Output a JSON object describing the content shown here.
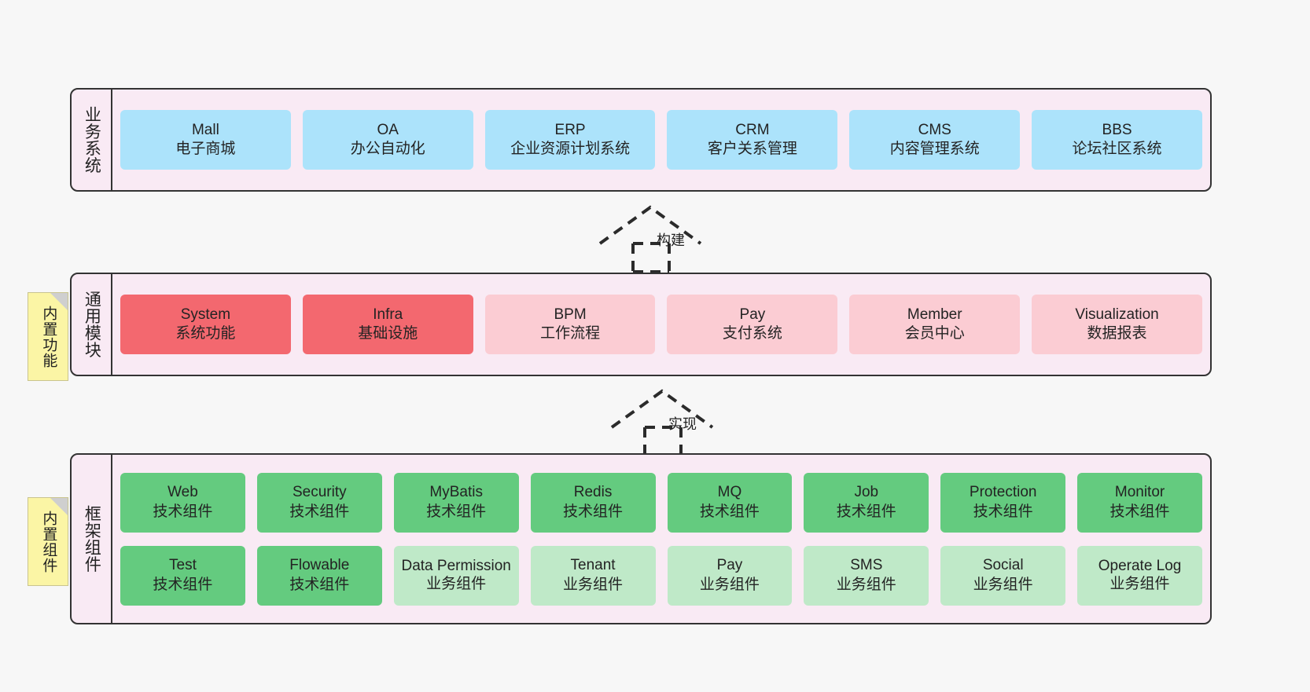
{
  "diagram": {
    "title_hidden": "",
    "colors": {
      "background": "#f7f7f7",
      "band_fill": "#f9eaf4",
      "band_border": "#333333",
      "business_card": "#ace3fb",
      "module_strong": "#f3686f",
      "module_light": "#fbccd3",
      "framework_tech": "#64cb7f",
      "framework_biz": "#bfe9c8",
      "note_fill": "#fbf5a5",
      "note_fold": "#cfcfcf"
    }
  },
  "layers": {
    "business": {
      "title": "业务系统",
      "cards": [
        {
          "name": "Mall",
          "desc": "电子商城"
        },
        {
          "name": "OA",
          "desc": "办公自动化"
        },
        {
          "name": "ERP",
          "desc": "企业资源计划系统"
        },
        {
          "name": "CRM",
          "desc": "客户关系管理"
        },
        {
          "name": "CMS",
          "desc": "内容管理系统"
        },
        {
          "name": "BBS",
          "desc": "论坛社区系统"
        }
      ]
    },
    "modules": {
      "title": "通用模块",
      "note": "内置功能",
      "cards": [
        {
          "name": "System",
          "desc": "系统功能",
          "style": "strong"
        },
        {
          "name": "Infra",
          "desc": "基础设施",
          "style": "strong"
        },
        {
          "name": "BPM",
          "desc": "工作流程",
          "style": "light"
        },
        {
          "name": "Pay",
          "desc": "支付系统",
          "style": "light"
        },
        {
          "name": "Member",
          "desc": "会员中心",
          "style": "light"
        },
        {
          "name": "Visualization",
          "desc": "数据报表",
          "style": "light"
        }
      ]
    },
    "framework": {
      "title": "框架组件",
      "note": "内置组件",
      "row1": [
        {
          "name": "Web",
          "desc": "技术组件",
          "style": "tech"
        },
        {
          "name": "Security",
          "desc": "技术组件",
          "style": "tech"
        },
        {
          "name": "MyBatis",
          "desc": "技术组件",
          "style": "tech"
        },
        {
          "name": "Redis",
          "desc": "技术组件",
          "style": "tech"
        },
        {
          "name": "MQ",
          "desc": "技术组件",
          "style": "tech"
        },
        {
          "name": "Job",
          "desc": "技术组件",
          "style": "tech"
        },
        {
          "name": "Protection",
          "desc": "技术组件",
          "style": "tech"
        },
        {
          "name": "Monitor",
          "desc": "技术组件",
          "style": "tech"
        }
      ],
      "row2": [
        {
          "name": "Test",
          "desc": "技术组件",
          "style": "tech"
        },
        {
          "name": "Flowable",
          "desc": "技术组件",
          "style": "tech"
        },
        {
          "name": "Data Permission",
          "desc": "业务组件",
          "style": "biz"
        },
        {
          "name": "Tenant",
          "desc": "业务组件",
          "style": "biz"
        },
        {
          "name": "Pay",
          "desc": "业务组件",
          "style": "biz"
        },
        {
          "name": "SMS",
          "desc": "业务组件",
          "style": "biz"
        },
        {
          "name": "Social",
          "desc": "业务组件",
          "style": "biz"
        },
        {
          "name": "Operate Log",
          "desc": "业务组件",
          "style": "biz"
        }
      ]
    }
  },
  "connectors": {
    "build": {
      "label": "构建"
    },
    "implement": {
      "label": "实现"
    }
  }
}
